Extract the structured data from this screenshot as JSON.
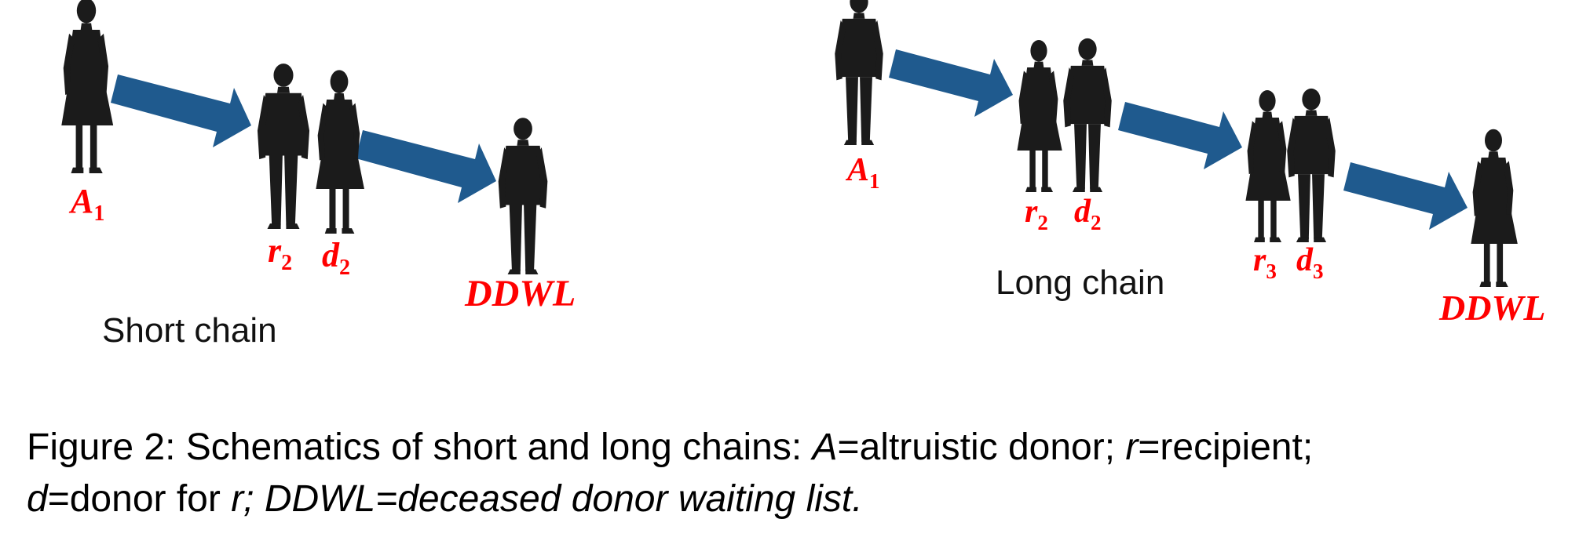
{
  "diagrams": {
    "short": {
      "caption": "Short chain",
      "labels": {
        "a1": {
          "main": "A",
          "sub": "1"
        },
        "r2": {
          "main": "r",
          "sub": "2"
        },
        "d2": {
          "main": "d",
          "sub": "2"
        },
        "ddwl": {
          "main": "DDWL"
        }
      }
    },
    "long": {
      "caption": "Long chain",
      "labels": {
        "a1": {
          "main": "A",
          "sub": "1"
        },
        "r2": {
          "main": "r",
          "sub": "2"
        },
        "d2": {
          "main": "d",
          "sub": "2"
        },
        "r3": {
          "main": "r",
          "sub": "3"
        },
        "d3": {
          "main": "d",
          "sub": "3"
        },
        "ddwl": {
          "main": "DDWL"
        }
      }
    }
  },
  "colors": {
    "arrow": "#1f5a8e",
    "silhouette": "#1b1b1b",
    "label": "#ff0000"
  },
  "figure_caption": {
    "prefix": "Figure 2: Schematics of short and long chains: ",
    "a_var": "A",
    "a_def": "=altruistic donor; ",
    "r_var": "r",
    "r_def": "=recipient;",
    "d_var": "d",
    "d_def": "=donor for ",
    "tail": "r; DDWL=deceased donor waiting list."
  }
}
